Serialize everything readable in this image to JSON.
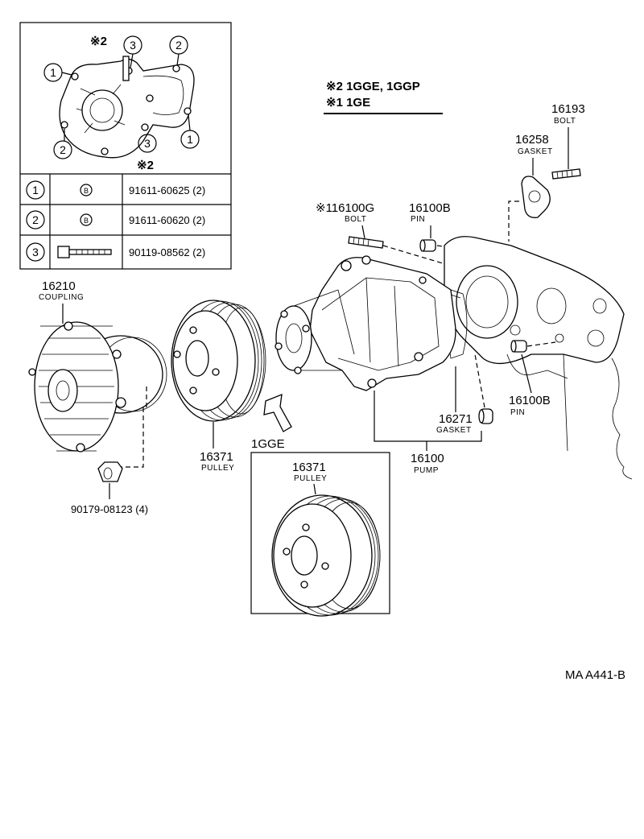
{
  "legend": {
    "line1": "※2 1GGE, 1GGP",
    "line2": "※1 1GE"
  },
  "inset": {
    "mark_top": "※2",
    "mark_bottom": "※2",
    "callouts": [
      "1",
      "2",
      "3"
    ],
    "table": [
      {
        "num": "1",
        "symbol": "B",
        "part": "91611-60625 (2)"
      },
      {
        "num": "2",
        "symbol": "B",
        "part": "91611-60620 (2)"
      },
      {
        "num": "3",
        "symbol": "",
        "part": "90119-08562 (2)"
      }
    ]
  },
  "parts": {
    "bolt_16193": {
      "number": "16193",
      "name": "BOLT"
    },
    "gasket_16258": {
      "number": "16258",
      "name": "GASKET"
    },
    "bolt_16100g": {
      "number": "※116100G",
      "name": "BOLT"
    },
    "pin_16100b_top": {
      "number": "16100B",
      "name": "PIN"
    },
    "pin_16100b_right": {
      "number": "16100B",
      "name": "PIN"
    },
    "coupling": {
      "number": "16210",
      "name": "COUPLING"
    },
    "pulley": {
      "number": "16371",
      "name": "PULLEY"
    },
    "pulley_1gge": {
      "number": "16371",
      "name": "PULLEY"
    },
    "gasket_16271": {
      "number": "16271",
      "name": "GASKET"
    },
    "pump": {
      "number": "16100",
      "name": "PUMP"
    },
    "nut": {
      "number": "90179-08123 (4)"
    }
  },
  "pulley_box_title": "1GGE",
  "drawing_code": "MA  A441-B"
}
